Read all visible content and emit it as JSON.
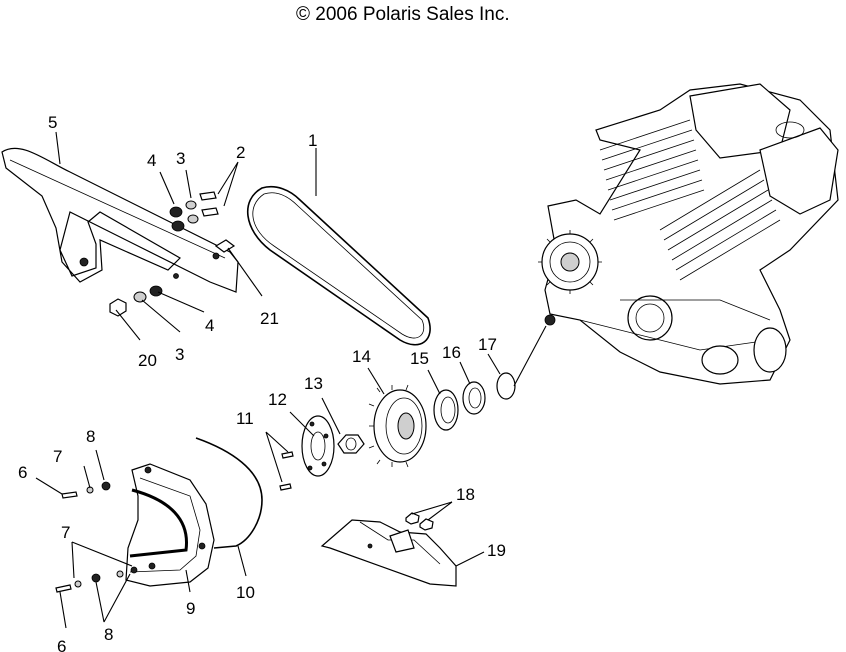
{
  "copyright": "© 2006 Polaris Sales Inc.",
  "callouts": [
    "1",
    "2",
    "3",
    "3",
    "4",
    "4",
    "5",
    "6",
    "6",
    "7",
    "7",
    "8",
    "8",
    "9",
    "10",
    "11",
    "12",
    "13",
    "14",
    "15",
    "16",
    "17",
    "18",
    "19",
    "20",
    "21"
  ]
}
